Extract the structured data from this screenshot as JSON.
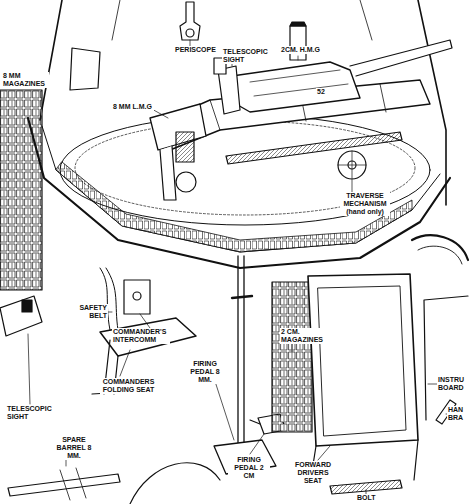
{
  "diagram": {
    "labels": [
      "PERISCOPE",
      "TELESCOPIC SIGHT",
      "2CM. H.M.G",
      "8 MM MAGAZINES",
      "8 MM L.M.G",
      "52",
      "TRAVERSE MECHANISM (hand only)",
      "SAFETY BELT",
      "COMMANDER'S INTERCOMM",
      "COMMANDERS FOLDING SEAT",
      "TELESCOPIC SIGHT",
      "2 CM. MAGAZINES",
      "INSTRU BOARD",
      "HAN BRA",
      "SPARE BARREL 8 MM.",
      "FIRING PEDAL 8 MM.",
      "FIRING PEDAL 2 CM",
      "FORWARD DRIVERS SEAT",
      "BOLT"
    ]
  }
}
